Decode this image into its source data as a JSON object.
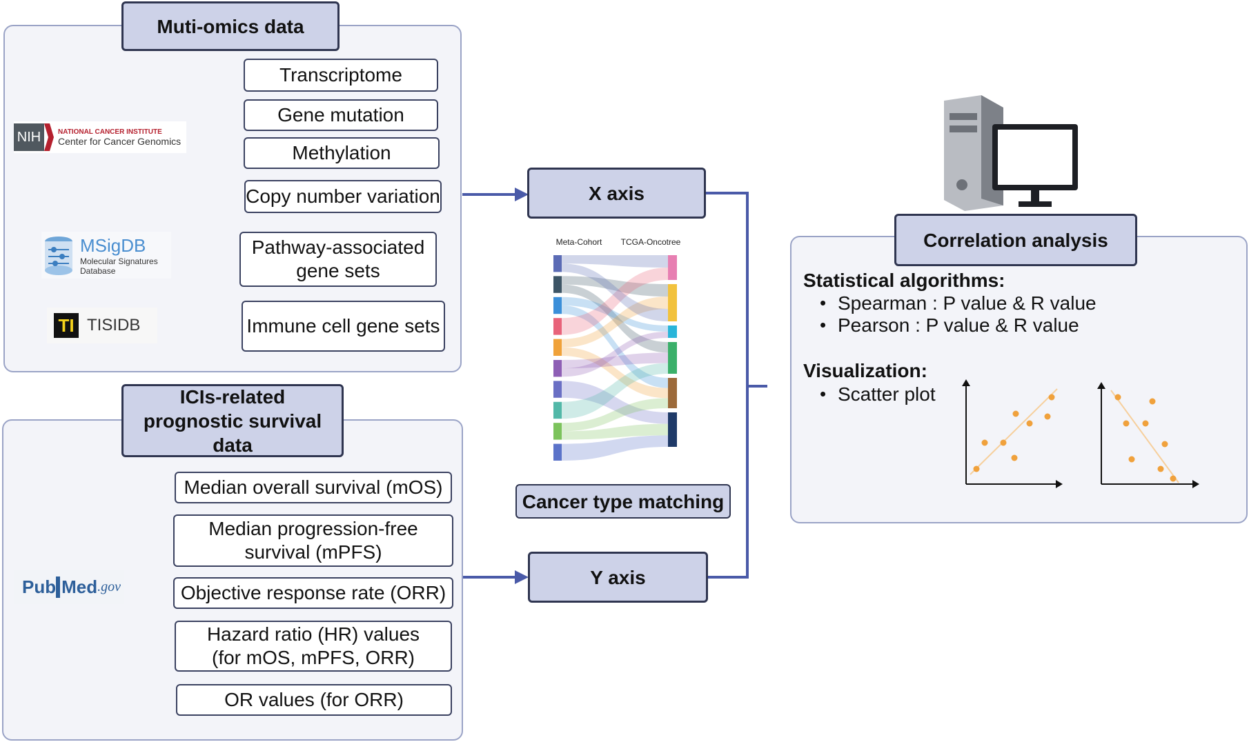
{
  "omics": {
    "title": "Muti-omics data",
    "nih": {
      "badge": "NIH",
      "line1": "NATIONAL CANCER INSTITUTE",
      "line2": "Center for Cancer Genomics"
    },
    "msigdb": {
      "name": "MSigDB",
      "line1": "Molecular Signatures",
      "line2": "Database"
    },
    "tisidb": {
      "badge": "TI",
      "name": "TISIDB"
    },
    "items": [
      "Transcriptome",
      "Gene mutation",
      "Methylation",
      "Copy number variation",
      "Pathway-associated gene sets",
      "Immune cell gene sets"
    ]
  },
  "survival": {
    "title": "ICIs-related prognostic survival data",
    "pubmed": {
      "pub": "Pub",
      "med": "Med",
      "gov": ".gov"
    },
    "items": [
      "Median overall survival (mOS)",
      "Median progression-free survival (mPFS)",
      "Objective response rate (ORR)",
      "Hazard ratio (HR) values (for mOS, mPFS, ORR)",
      "OR values (for ORR)"
    ]
  },
  "axes": {
    "x": "X axis",
    "y": "Y axis"
  },
  "sankey": {
    "left_label": "Meta-Cohort",
    "right_label": "TCGA-Oncotree",
    "caption": "Cancer type matching",
    "left_colors": [
      "#5b6bb5",
      "#3d5566",
      "#3b8fd9",
      "#e8637a",
      "#f0a23a",
      "#8e5fb5",
      "#6a6fc4",
      "#52b8a8",
      "#7cc35c",
      "#5b73c9"
    ],
    "right_colors": [
      "#e77fb2",
      "#f2c23d",
      "#29b5d9",
      "#3bb06a",
      "#9c6a3a",
      "#1f3a68"
    ]
  },
  "correlation": {
    "title": "Correlation analysis",
    "stat_heading": "Statistical algorithms:",
    "stat_items": [
      "Spearman : P value & R value",
      "Pearson : P value & R value"
    ],
    "vis_heading": "Visualization:",
    "vis_items": [
      "Scatter plot"
    ],
    "point_color": "#f0a13c"
  }
}
